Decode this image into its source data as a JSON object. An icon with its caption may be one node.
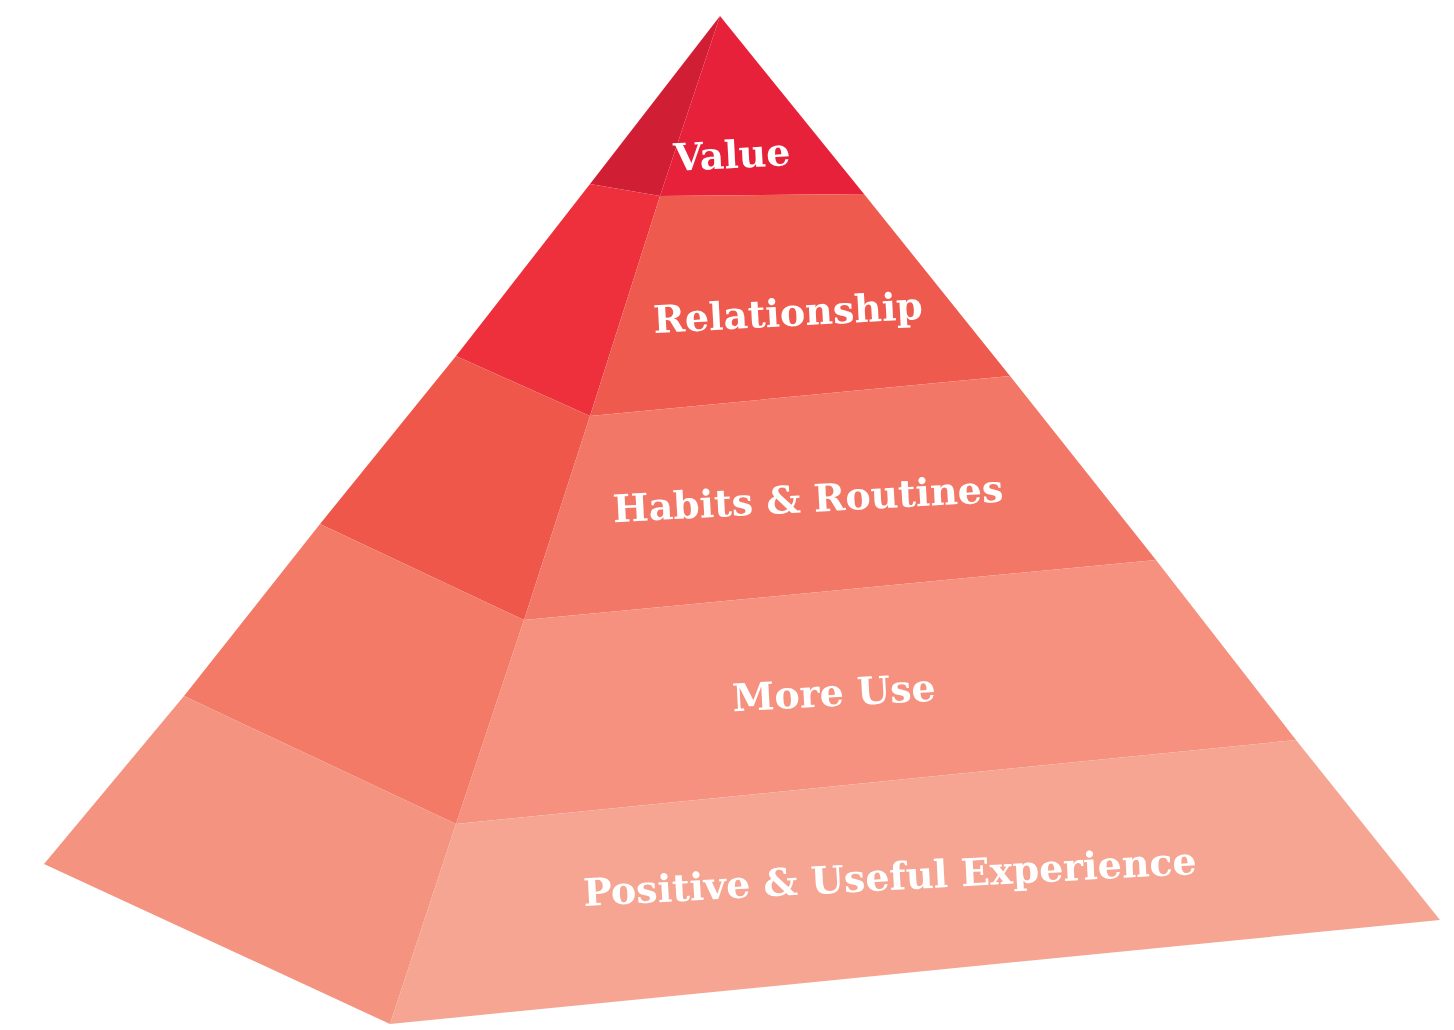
{
  "diagram": {
    "nodes": [
      {
        "text": [
          "Value"
        ]
      },
      {
        "text": [
          "Relationship"
        ]
      },
      {
        "text": [
          "Habits & Routines"
        ]
      },
      {
        "text": [
          "More Use"
        ]
      },
      {
        "text": [
          "Positive & Useful Experience"
        ]
      }
    ]
  }
}
